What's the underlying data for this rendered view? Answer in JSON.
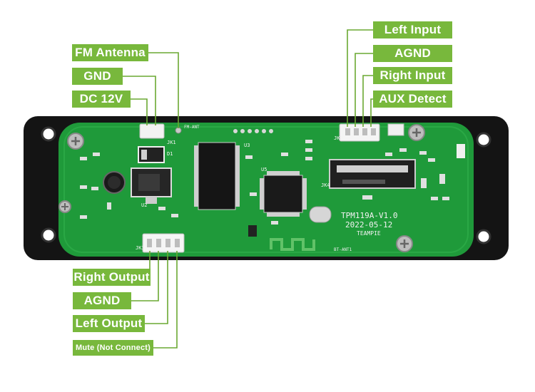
{
  "pin_labels": {
    "fm_antenna": "FM  Antenna",
    "gnd": "GND",
    "dc_12v": "DC 12V",
    "left_input": "Left Input",
    "agnd_top": "AGND",
    "right_input": "Right Input",
    "aux_detect": "AUX Detect",
    "right_output": "Right Output",
    "agnd_bottom": "AGND",
    "left_output": "Left Output",
    "mute": "Mute (Not Connect)"
  },
  "board_silkscreen": {
    "model": "TPM119A-V1.0",
    "date": "2022-05-12",
    "brand": "TEAMPIE",
    "fm_ant": "FM-ANT",
    "bt_ant": "BT-ANT1",
    "jk1": "JK1",
    "jk2": "JK2",
    "jk3": "JK3",
    "jk4": "JK4",
    "u2": "U2",
    "u3": "U3",
    "u5": "U5",
    "d1": "D1"
  },
  "colors": {
    "label_bg": "#78b83c",
    "pcb": "#1f9a3a",
    "frame": "#141414",
    "leader": "#6aa832"
  }
}
